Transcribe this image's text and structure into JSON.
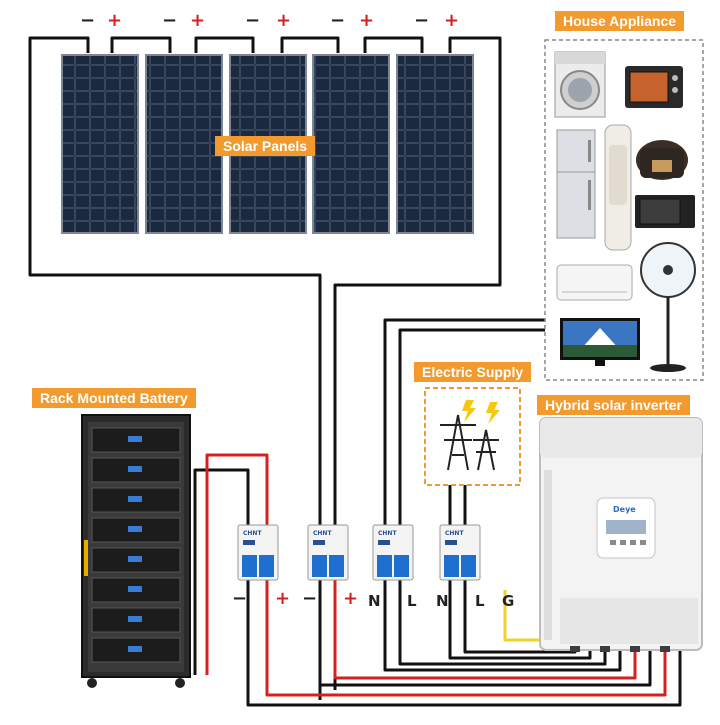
{
  "labels": {
    "solar_panels": "Solar Panels",
    "house_appliance": "House Appliance",
    "electric_supply": "Electric Supply",
    "rack_battery": "Rack Mounted Battery",
    "hybrid_inverter": "Hybrid solar inverter"
  },
  "panel_terminals": [
    {
      "minus": "−",
      "plus": "+"
    },
    {
      "minus": "−",
      "plus": "+"
    },
    {
      "minus": "−",
      "plus": "+"
    },
    {
      "minus": "−",
      "plus": "+"
    },
    {
      "minus": "−",
      "plus": "+"
    }
  ],
  "breaker_terminals": {
    "battery_minus": "−",
    "battery_plus": "+",
    "pv_minus": "−",
    "pv_plus": "+",
    "grid_n": "N",
    "grid_l": "L",
    "load_n": "N",
    "load_l": "L",
    "ground": "G"
  },
  "breaker_brand": "CHNT",
  "inverter_brand": "Deye",
  "colors": {
    "accent": "#f39a2e",
    "wire_black": "#111111",
    "wire_red": "#d42020",
    "wire_yellow": "#f2d22a",
    "breaker_blue": "#1f6fd1"
  }
}
